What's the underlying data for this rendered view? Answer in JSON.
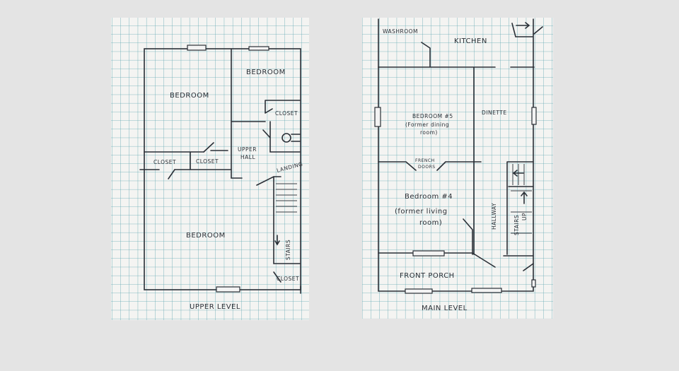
{
  "upper_level": {
    "title": "UPPER LEVEL",
    "rooms": {
      "bedroom_left": "BEDROOM",
      "bedroom_right": "BEDROOM",
      "bedroom_bottom": "BEDROOM",
      "closet_right": "CLOSET",
      "closet_left": "CLOSET",
      "closet_middle": "CLOSET",
      "upper_hall_1": "UPPER",
      "upper_hall_2": "HALL",
      "landing": "LANDING",
      "stairs": "STAIRS",
      "closet_bottom": "CLOSET"
    }
  },
  "main_level": {
    "title": "MAIN LEVEL",
    "rooms": {
      "washroom": "WASHROOM",
      "kitchen": "KITCHEN",
      "bedroom5": "BEDROOM #5",
      "bedroom5_note1": "(Former dining",
      "bedroom5_note2": "room)",
      "dinette": "DINETTE",
      "french_doors_1": "FRENCH",
      "french_doors_2": "DOORS",
      "bedroom4": "Bedroom #4",
      "bedroom4_note1": "(former living",
      "bedroom4_note2": "room)",
      "hallway": "HALLWAY",
      "stairs_up_1": "STAIRS",
      "stairs_up_2": "UP",
      "front_porch": "FRONT PORCH"
    }
  },
  "colors": {
    "grid": "#5fa7b1",
    "ink": "#2a2f36",
    "paper": "#f4f4f2",
    "background": "#e4e4e4"
  }
}
